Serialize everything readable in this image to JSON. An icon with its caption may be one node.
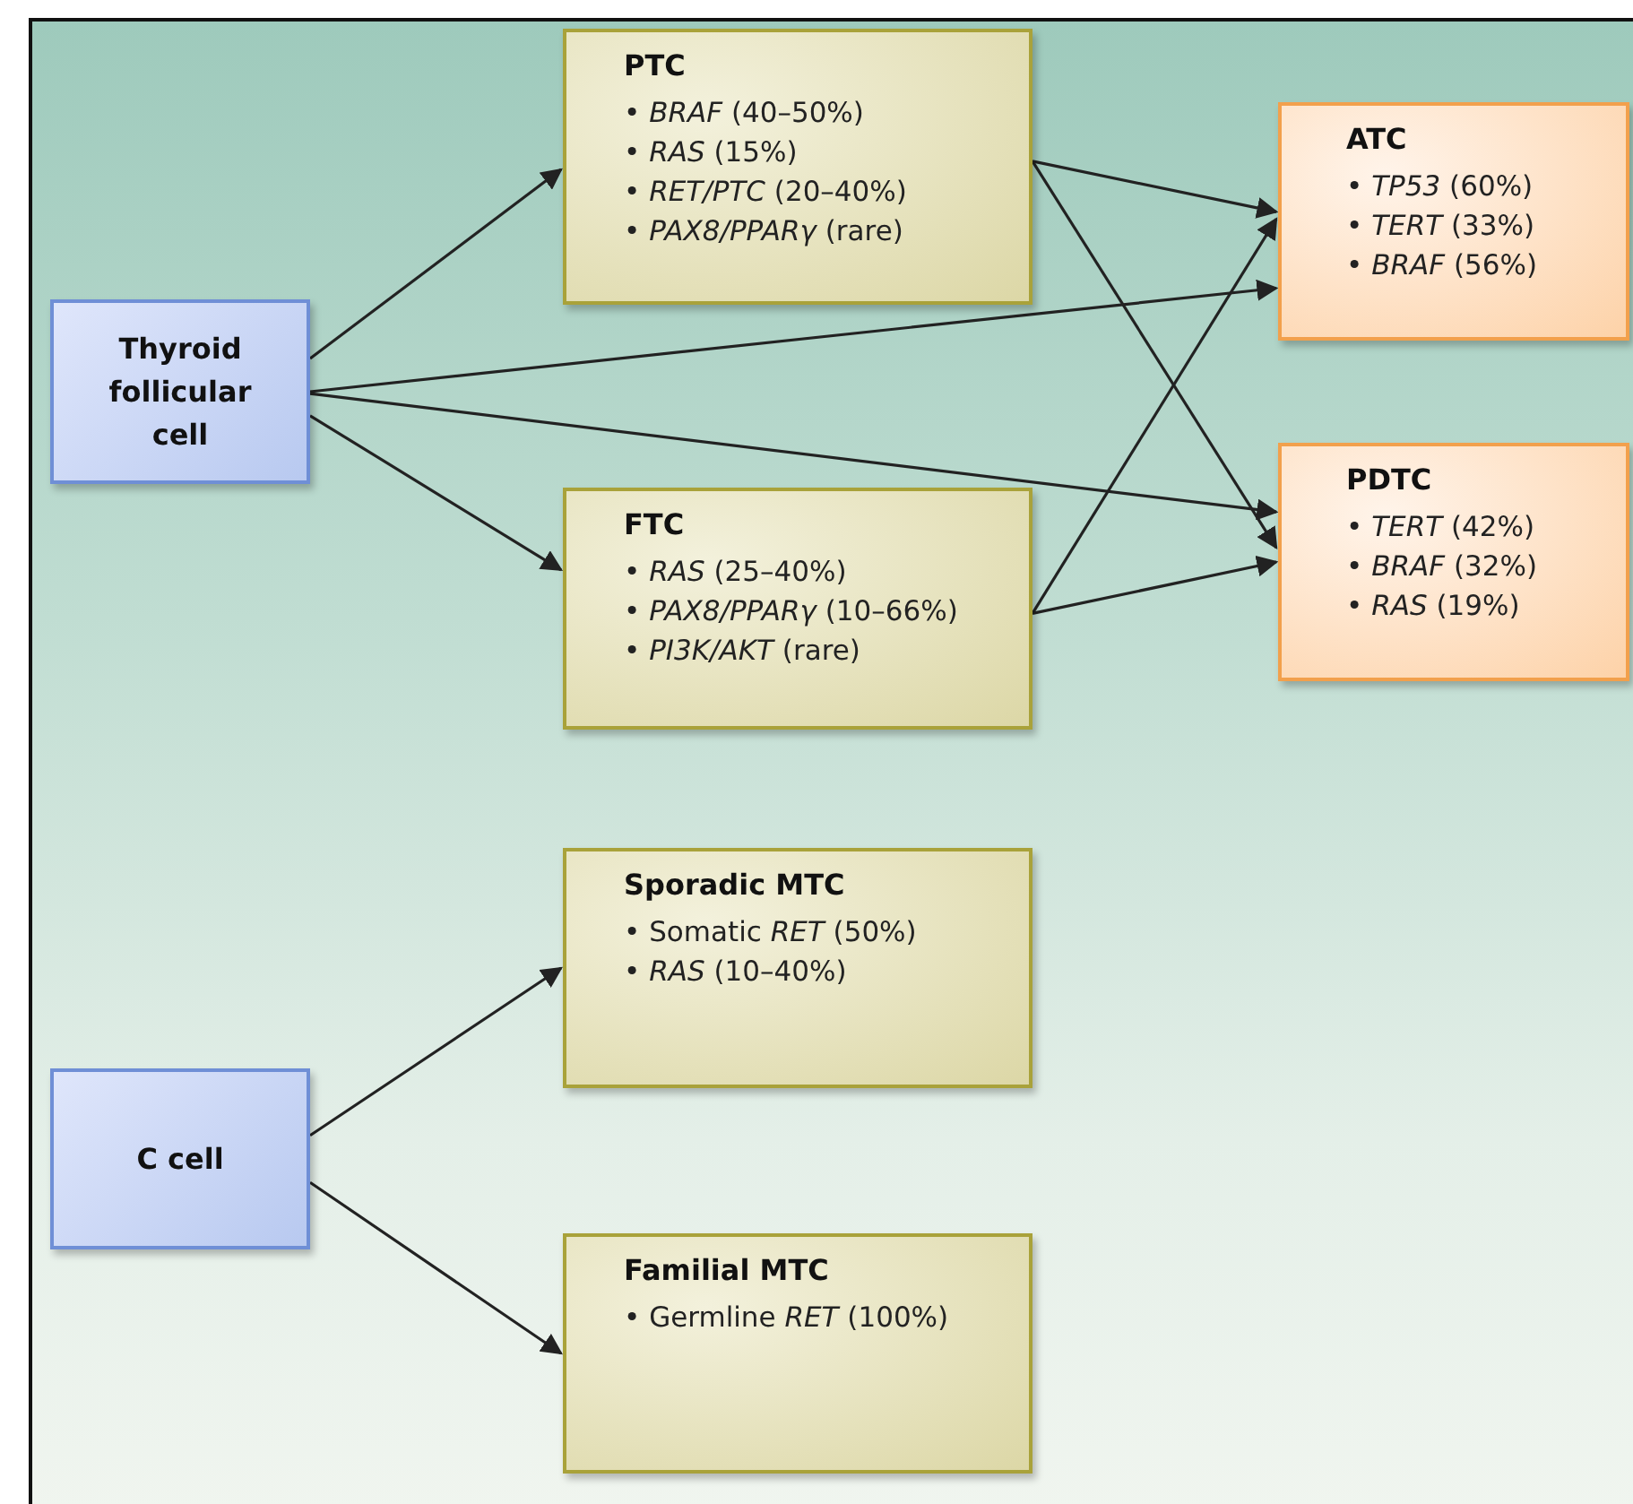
{
  "diagram": {
    "nodes": [
      {
        "text": [
          "Thyroid follicular cell"
        ]
      },
      {
        "text": [
          "PTC",
          "• *BRAF* (40–50%)",
          "• *RAS* (15%)",
          "• *RET/PTC* (20–40%)",
          "• *PAX8/PPARγ* (rare)"
        ]
      },
      {
        "text": [
          "FTC",
          "• *RAS* (25–40%)",
          "• *PAX8/PPARγ* (10–66%)",
          "• *PI3K/AKT* (rare)"
        ]
      },
      {
        "text": [
          "ATC",
          "• *TP53* (60%)",
          "• *TERT* (33%)",
          "• *BRAF* (56%)"
        ]
      },
      {
        "text": [
          "PDTC",
          "• *TERT* (42%)",
          "• *BRAF* (32%)",
          "• *RAS* (19%)"
        ]
      },
      {
        "text": [
          "C cell"
        ]
      },
      {
        "text": [
          "Sporadic MTC",
          "• Somatic *RET* (50%)",
          "• *RAS* (10–40%)"
        ]
      },
      {
        "text": [
          "Familial MTC",
          "• Germline *RET* (100%)"
        ]
      }
    ],
    "edges": [
      {
        "from": 0,
        "to": 1,
        "arrow": "to"
      },
      {
        "from": 0,
        "to": 3,
        "arrow": "to"
      },
      {
        "from": 0,
        "to": 4,
        "arrow": "to"
      },
      {
        "from": 0,
        "to": 2,
        "arrow": "to"
      },
      {
        "from": 1,
        "to": 3,
        "arrow": "to"
      },
      {
        "from": 1,
        "to": 4,
        "arrow": "to"
      },
      {
        "from": 2,
        "to": 3,
        "arrow": "to"
      },
      {
        "from": 2,
        "to": 4,
        "arrow": "to"
      },
      {
        "from": 5,
        "to": 6,
        "arrow": "to"
      },
      {
        "from": 5,
        "to": 7,
        "arrow": "to"
      }
    ]
  }
}
